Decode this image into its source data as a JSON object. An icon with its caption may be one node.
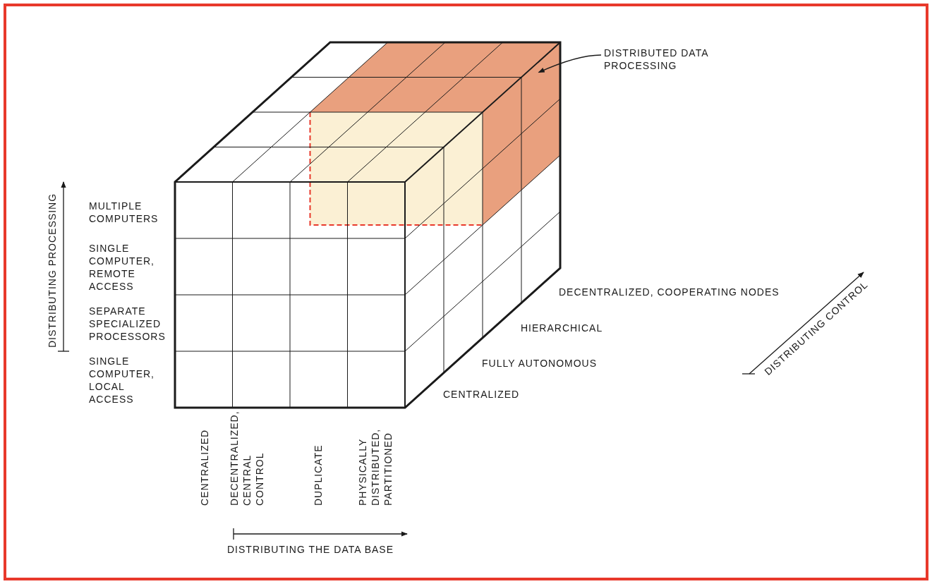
{
  "diagram": {
    "nodes": [
      {
        "text": [
          "DISTRIBUTED DATA PROCESSING"
        ]
      },
      {
        "text": [],
        "shape": "box"
      }
    ],
    "edges": [
      {
        "from": 0,
        "to": 1,
        "arrow": "to"
      }
    ],
    "labels": [
      "DISTRIBUTING PROCESSING",
      "MULTIPLE COMPUTERS",
      "SINGLE COMPUTER, REMOTE ACCESS",
      "SEPARATE SPECIALIZED PROCESSORS",
      "SINGLE COMPUTER, LOCAL ACCESS",
      "DECENTRALIZED, COOPERATING NODES",
      "HIERARCHICAL",
      "FULLY AUTONOMOUS",
      "CENTRALIZED",
      "DISTRIBUTING CONTROL",
      "CENTRALIZED",
      "DECENTRALIZED, CENTRAL CONTROL",
      "DUPLICATE",
      "PHYSICALLY DISTRIBUTED, PARTITIONED",
      "DISTRIBUTING THE DATA BASE"
    ]
  }
}
